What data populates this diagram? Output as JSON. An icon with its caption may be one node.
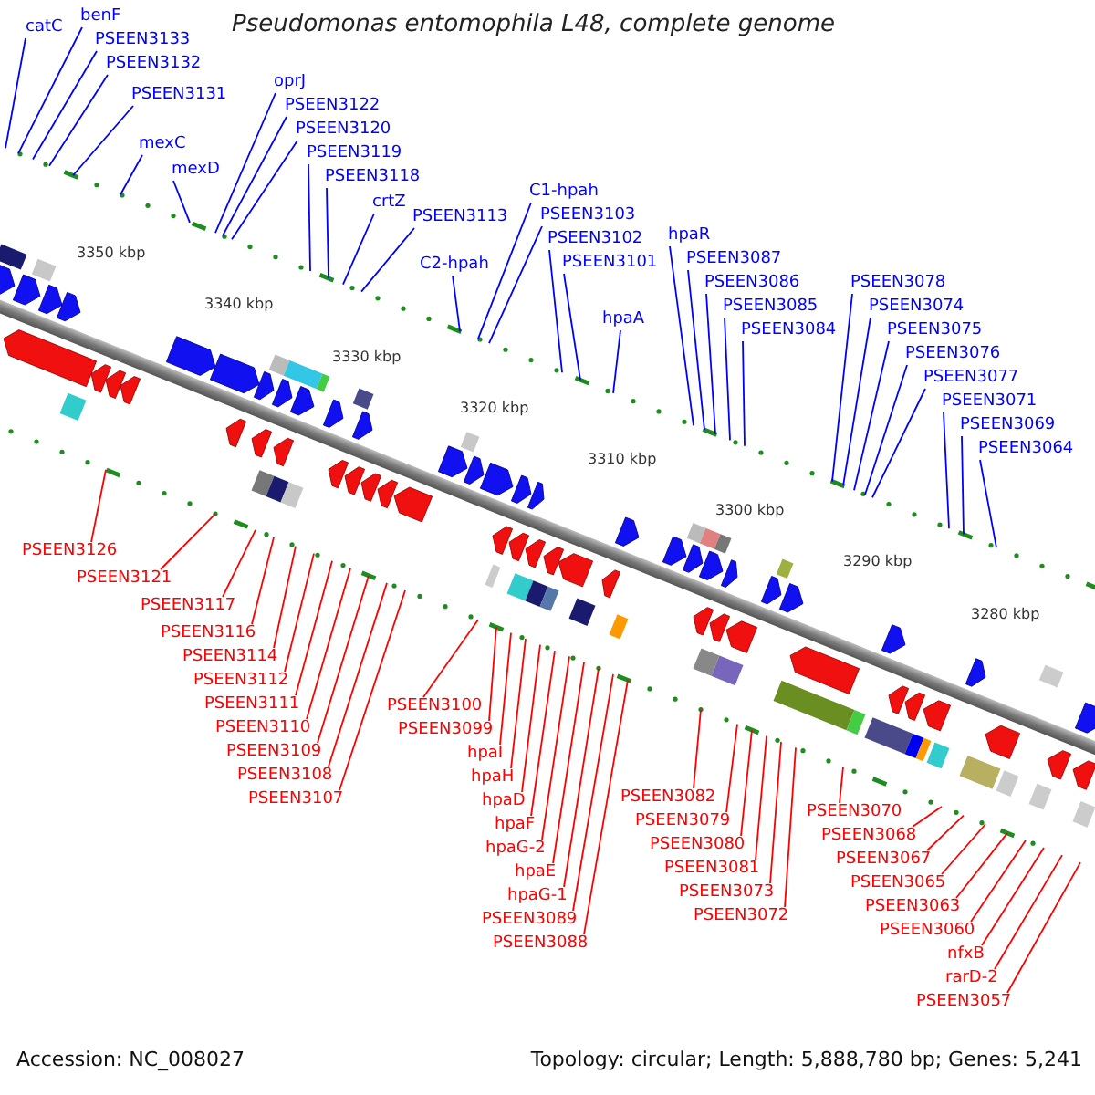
{
  "diagram": {
    "title": "Pseudomonas entomophila L48, complete genome",
    "nodes": [
      {
        "text": [
          "catC"
        ]
      },
      {
        "text": [
          "benF"
        ]
      },
      {
        "text": [
          "PSEEN3133"
        ]
      },
      {
        "text": [
          "PSEEN3132"
        ]
      },
      {
        "text": [
          "PSEEN3131"
        ]
      },
      {
        "text": [
          "mexC"
        ]
      },
      {
        "text": [
          "mexD"
        ]
      },
      {
        "text": [
          "oprJ"
        ]
      },
      {
        "text": [
          "PSEEN3122"
        ]
      },
      {
        "text": [
          "PSEEN3120"
        ]
      },
      {
        "text": [
          "PSEEN3119"
        ]
      },
      {
        "text": [
          "PSEEN3118"
        ]
      },
      {
        "text": [
          "crtZ"
        ]
      },
      {
        "text": [
          "PSEEN3113"
        ]
      },
      {
        "text": [
          "C2-hpah"
        ]
      },
      {
        "text": [
          "C1-hpah"
        ]
      },
      {
        "text": [
          "PSEEN3103"
        ]
      },
      {
        "text": [
          "PSEEN3102"
        ]
      },
      {
        "text": [
          "PSEEN3101"
        ]
      },
      {
        "text": [
          "hpaA"
        ]
      },
      {
        "text": [
          "hpaR"
        ]
      },
      {
        "text": [
          "PSEEN3087"
        ]
      },
      {
        "text": [
          "PSEEN3086"
        ]
      },
      {
        "text": [
          "PSEEN3085"
        ]
      },
      {
        "text": [
          "PSEEN3084"
        ]
      },
      {
        "text": [
          "PSEEN3078"
        ]
      },
      {
        "text": [
          "PSEEN3074"
        ]
      },
      {
        "text": [
          "PSEEN3075"
        ]
      },
      {
        "text": [
          "PSEEN3076"
        ]
      },
      {
        "text": [
          "PSEEN3077"
        ]
      },
      {
        "text": [
          "PSEEN3071"
        ]
      },
      {
        "text": [
          "PSEEN3069"
        ]
      },
      {
        "text": [
          "PSEEN3064"
        ]
      },
      {
        "text": [
          "PSEEN3126"
        ]
      },
      {
        "text": [
          "PSEEN3121"
        ]
      },
      {
        "text": [
          "PSEEN3117"
        ]
      },
      {
        "text": [
          "PSEEN3116"
        ]
      },
      {
        "text": [
          "PSEEN3114"
        ]
      },
      {
        "text": [
          "PSEEN3112"
        ]
      },
      {
        "text": [
          "PSEEN3111"
        ]
      },
      {
        "text": [
          "PSEEN3110"
        ]
      },
      {
        "text": [
          "PSEEN3109"
        ]
      },
      {
        "text": [
          "PSEEN3108"
        ]
      },
      {
        "text": [
          "PSEEN3107"
        ]
      },
      {
        "text": [
          "PSEEN3100"
        ]
      },
      {
        "text": [
          "PSEEN3099"
        ]
      },
      {
        "text": [
          "hpaI"
        ]
      },
      {
        "text": [
          "hpaH"
        ]
      },
      {
        "text": [
          "hpaD"
        ]
      },
      {
        "text": [
          "hpaF"
        ]
      },
      {
        "text": [
          "hpaG-2"
        ]
      },
      {
        "text": [
          "hpaE"
        ]
      },
      {
        "text": [
          "hpaG-1"
        ]
      },
      {
        "text": [
          "PSEEN3089"
        ]
      },
      {
        "text": [
          "PSEEN3088"
        ]
      },
      {
        "text": [
          "PSEEN3082"
        ]
      },
      {
        "text": [
          "PSEEN3079"
        ]
      },
      {
        "text": [
          "PSEEN3080"
        ]
      },
      {
        "text": [
          "PSEEN3081"
        ]
      },
      {
        "text": [
          "PSEEN3073"
        ]
      },
      {
        "text": [
          "PSEEN3072"
        ]
      },
      {
        "text": [
          "PSEEN3070"
        ]
      },
      {
        "text": [
          "PSEEN3068"
        ]
      },
      {
        "text": [
          "PSEEN3067"
        ]
      },
      {
        "text": [
          "PSEEN3065"
        ]
      },
      {
        "text": [
          "PSEEN3063"
        ]
      },
      {
        "text": [
          "PSEEN3060"
        ]
      },
      {
        "text": [
          "nfxB"
        ]
      },
      {
        "text": [
          "rarD-2"
        ]
      },
      {
        "text": [
          "PSEEN3057"
        ]
      }
    ],
    "edges": [
      {
        "from": 0,
        "to": null,
        "arrow": "none",
        "color": "#0000ff"
      },
      {
        "from": 1,
        "to": null,
        "arrow": "none",
        "color": "#0000ff"
      },
      {
        "from": 2,
        "to": null,
        "arrow": "none",
        "color": "#0000ff"
      },
      {
        "from": 3,
        "to": null,
        "arrow": "none",
        "color": "#0000ff"
      },
      {
        "from": 4,
        "to": null,
        "arrow": "none",
        "color": "#0000ff"
      },
      {
        "from": 5,
        "to": null,
        "arrow": "none",
        "color": "#0000ff"
      },
      {
        "from": 6,
        "to": null,
        "arrow": "none",
        "color": "#0000ff"
      },
      {
        "from": 7,
        "to": null,
        "arrow": "none",
        "color": "#0000ff"
      },
      {
        "from": 8,
        "to": null,
        "arrow": "none",
        "color": "#0000ff"
      },
      {
        "from": 9,
        "to": null,
        "arrow": "none",
        "color": "#0000ff"
      },
      {
        "from": 10,
        "to": null,
        "arrow": "none",
        "color": "#0000ff"
      },
      {
        "from": 11,
        "to": null,
        "arrow": "none",
        "color": "#0000ff"
      },
      {
        "from": 12,
        "to": null,
        "arrow": "none",
        "color": "#0000ff"
      },
      {
        "from": 13,
        "to": null,
        "arrow": "none",
        "color": "#0000ff"
      },
      {
        "from": 14,
        "to": null,
        "arrow": "none",
        "color": "#0000ff"
      },
      {
        "from": 15,
        "to": null,
        "arrow": "none",
        "color": "#0000ff"
      },
      {
        "from": 16,
        "to": null,
        "arrow": "none",
        "color": "#0000ff"
      },
      {
        "from": 17,
        "to": null,
        "arrow": "none",
        "color": "#0000ff"
      },
      {
        "from": 18,
        "to": null,
        "arrow": "none",
        "color": "#0000ff"
      },
      {
        "from": 19,
        "to": null,
        "arrow": "none",
        "color": "#0000ff"
      },
      {
        "from": 20,
        "to": null,
        "arrow": "none",
        "color": "#0000ff"
      },
      {
        "from": 21,
        "to": null,
        "arrow": "none",
        "color": "#0000ff"
      },
      {
        "from": 22,
        "to": null,
        "arrow": "none",
        "color": "#0000ff"
      },
      {
        "from": 23,
        "to": null,
        "arrow": "none",
        "color": "#0000ff"
      },
      {
        "from": 24,
        "to": null,
        "arrow": "none",
        "color": "#0000ff"
      },
      {
        "from": 25,
        "to": null,
        "arrow": "none",
        "color": "#0000ff"
      },
      {
        "from": 26,
        "to": null,
        "arrow": "none",
        "color": "#0000ff"
      },
      {
        "from": 27,
        "to": null,
        "arrow": "none",
        "color": "#0000ff"
      },
      {
        "from": 28,
        "to": null,
        "arrow": "none",
        "color": "#0000ff"
      },
      {
        "from": 29,
        "to": null,
        "arrow": "none",
        "color": "#0000ff"
      },
      {
        "from": 30,
        "to": null,
        "arrow": "none",
        "color": "#0000ff"
      },
      {
        "from": 31,
        "to": null,
        "arrow": "none",
        "color": "#0000ff"
      },
      {
        "from": 32,
        "to": null,
        "arrow": "none",
        "color": "#0000ff"
      },
      {
        "from": 33,
        "to": null,
        "arrow": "none"
      },
      {
        "from": 34,
        "to": null,
        "arrow": "none"
      },
      {
        "from": 35,
        "to": null,
        "arrow": "none"
      },
      {
        "from": 36,
        "to": null,
        "arrow": "none"
      },
      {
        "from": 37,
        "to": null,
        "arrow": "none"
      },
      {
        "from": 38,
        "to": null,
        "arrow": "none"
      },
      {
        "from": 39,
        "to": null,
        "arrow": "none"
      },
      {
        "from": 40,
        "to": null,
        "arrow": "none"
      },
      {
        "from": 41,
        "to": null,
        "arrow": "none"
      },
      {
        "from": 42,
        "to": null,
        "arrow": "none"
      },
      {
        "from": 43,
        "to": null,
        "arrow": "none"
      },
      {
        "from": 44,
        "to": null,
        "arrow": "none"
      },
      {
        "from": 45,
        "to": null,
        "arrow": "none"
      },
      {
        "from": 46,
        "to": null,
        "arrow": "none"
      },
      {
        "from": 47,
        "to": null,
        "arrow": "none"
      },
      {
        "from": 48,
        "to": null,
        "arrow": "none"
      },
      {
        "from": 49,
        "to": null,
        "arrow": "none"
      },
      {
        "from": 50,
        "to": null,
        "arrow": "none"
      },
      {
        "from": 51,
        "to": null,
        "arrow": "none"
      },
      {
        "from": 52,
        "to": null,
        "arrow": "none"
      },
      {
        "from": 53,
        "to": null,
        "arrow": "none"
      },
      {
        "from": 54,
        "to": null,
        "arrow": "none"
      },
      {
        "from": 55,
        "to": null,
        "arrow": "none"
      },
      {
        "from": 56,
        "to": null,
        "arrow": "none"
      },
      {
        "from": 57,
        "to": null,
        "arrow": "none"
      },
      {
        "from": 58,
        "to": null,
        "arrow": "none"
      },
      {
        "from": 59,
        "to": null,
        "arrow": "none"
      },
      {
        "from": 60,
        "to": null,
        "arrow": "none"
      },
      {
        "from": 61,
        "to": null,
        "arrow": "none"
      },
      {
        "from": 62,
        "to": null,
        "arrow": "none"
      },
      {
        "from": 63,
        "to": null,
        "arrow": "none"
      },
      {
        "from": 64,
        "to": null,
        "arrow": "none"
      },
      {
        "from": 65,
        "to": null,
        "arrow": "none"
      },
      {
        "from": 66,
        "to": null,
        "arrow": "none"
      },
      {
        "from": 67,
        "to": null,
        "arrow": "none"
      },
      {
        "from": 68,
        "to": null,
        "arrow": "none"
      },
      {
        "from": 69,
        "to": null,
        "arrow": "none"
      }
    ],
    "labels": [
      "3350 kbp",
      "3340 kbp",
      "3330 kbp",
      "3320 kbp",
      "3310 kbp",
      "3300 kbp",
      "3290 kbp",
      "3280 kbp",
      "Accession: NC_008027",
      "Topology: circular; Length: 5,888,780 bp; Genes: 5,241"
    ]
  }
}
